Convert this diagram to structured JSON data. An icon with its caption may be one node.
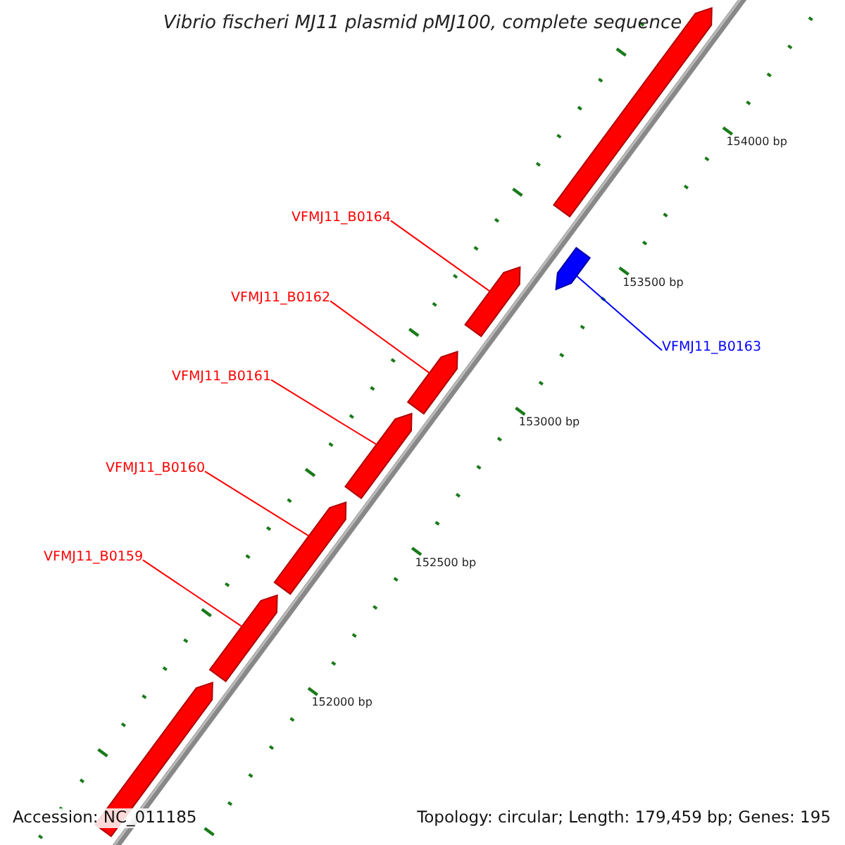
{
  "diagram": {
    "title": "Vibrio fischeri MJ11 plasmid pMJ100, complete sequence",
    "nodes": [
      {
        "text": [],
        "shape": "bar"
      },
      {
        "text": [
          "VFMJ11_B0164"
        ]
      },
      {
        "text": [],
        "shape": "bar"
      },
      {
        "text": [],
        "shape": "bar"
      },
      {
        "text": [
          "VFMJ11_B0162"
        ]
      },
      {
        "text": [],
        "shape": "bar"
      },
      {
        "text": [
          "VFMJ11_B0163"
        ]
      },
      {
        "text": [
          "VFMJ11_B0161"
        ]
      },
      {
        "text": [],
        "shape": "bar"
      },
      {
        "text": [
          "VFMJ11_B0160"
        ]
      },
      {
        "text": [],
        "shape": "bar"
      },
      {
        "text": [
          "VFMJ11_B0159"
        ]
      },
      {
        "text": [],
        "shape": "bar"
      },
      {
        "text": [],
        "shape": "bar"
      }
    ],
    "edges": [
      {
        "from": 1,
        "to": 2,
        "arrow": "none"
      },
      {
        "from": 4,
        "to": 5,
        "arrow": "none"
      },
      {
        "from": 6,
        "to": 3,
        "arrow": "none",
        "color": "#0000ff"
      },
      {
        "from": 7,
        "to": 8,
        "arrow": "none"
      },
      {
        "from": 9,
        "to": 10,
        "arrow": "none"
      },
      {
        "from": 11,
        "to": 12,
        "arrow": "none"
      }
    ],
    "labels": [
      "154000 bp",
      "153500 bp",
      "153000 bp",
      "152500 bp",
      "152000 bp",
      "Accession: NC_011185",
      "Topology: circular; Length: 179,459 bp; Genes: 195"
    ]
  }
}
